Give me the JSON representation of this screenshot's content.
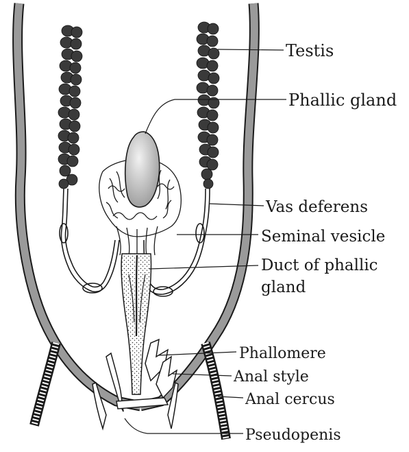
{
  "labels": {
    "testis": "Testis",
    "phallic_gland": "Phallic gland",
    "vas_deferens": "Vas deferens",
    "seminal_vesicle": "Seminal vesicle",
    "duct_of_phallic_gland_line1": "Duct of phallic",
    "duct_of_phallic_gland_line2": "gland",
    "phallomere": "Phallomere",
    "anal_style": "Anal style",
    "anal_cercus": "Anal cercus",
    "pseudopenis": "Pseudopenis"
  },
  "colors": {
    "ink": "#1a1a1a",
    "body_wall_fill": "#9a9a9a",
    "gland_fill": "#c9c9c9",
    "testis_fill": "#3a3a3a",
    "background": "#ffffff"
  }
}
